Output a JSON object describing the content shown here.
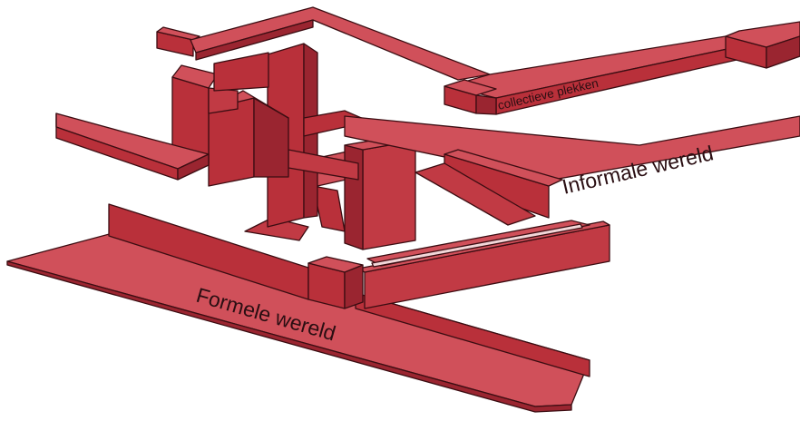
{
  "labels": {
    "formal": "Formele wereld",
    "informal": "Informale wereld",
    "collective": "collectieve plekken"
  },
  "colors": {
    "top": "#d0505a",
    "side": "#b9303a",
    "dark": "#9a2530",
    "edge": "#3b0d12",
    "background": "#ffffff"
  }
}
